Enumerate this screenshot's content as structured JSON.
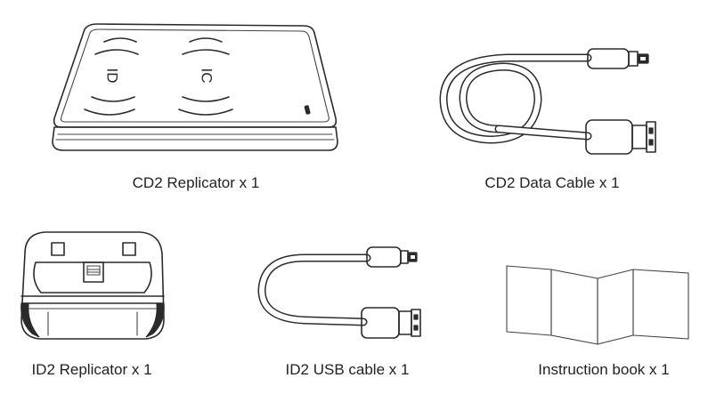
{
  "items": [
    {
      "id": "cd2-replicator",
      "caption": "CD2 Replicator x 1",
      "pad_labels": [
        "ID",
        "IC"
      ]
    },
    {
      "id": "cd2-data-cable",
      "caption": "CD2 Data Cable x 1"
    },
    {
      "id": "id2-replicator",
      "caption": "ID2 Replicator x 1"
    },
    {
      "id": "id2-usb-cable",
      "caption": "ID2 USB cable x 1"
    },
    {
      "id": "instruction-book",
      "caption": "Instruction book x 1"
    }
  ]
}
